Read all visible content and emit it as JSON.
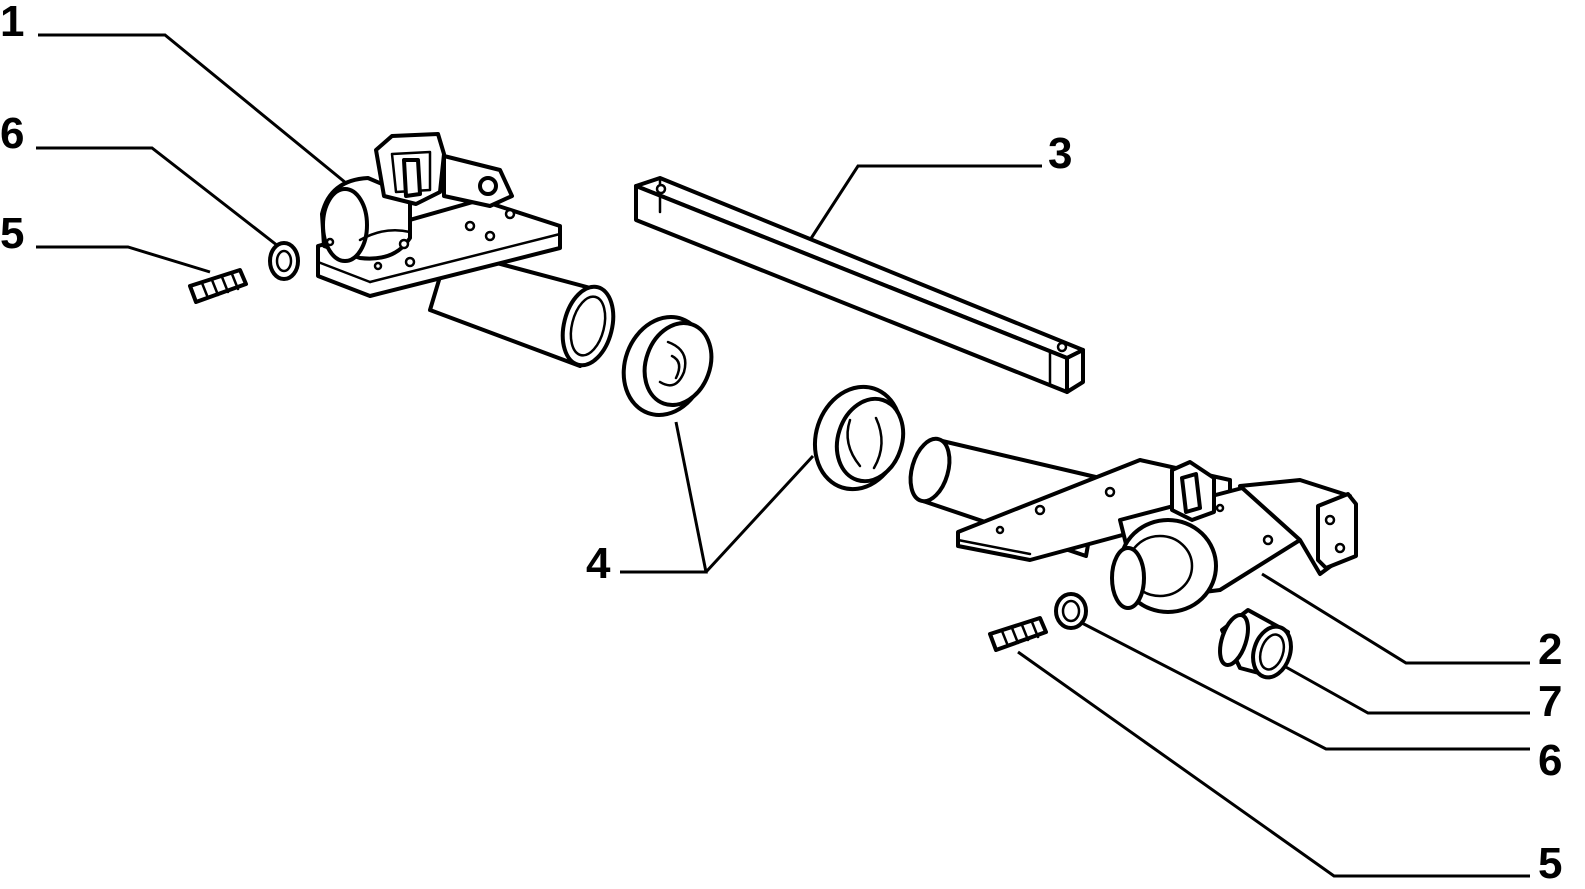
{
  "callouts": {
    "top_left_1": "1",
    "left_6": "6",
    "left_5": "5",
    "top_3": "3",
    "center_4": "4",
    "right_2": "2",
    "right_7": "7",
    "right_6": "6",
    "right_5": "5"
  },
  "colors": {
    "line": "#000000",
    "background": "#ffffff"
  }
}
